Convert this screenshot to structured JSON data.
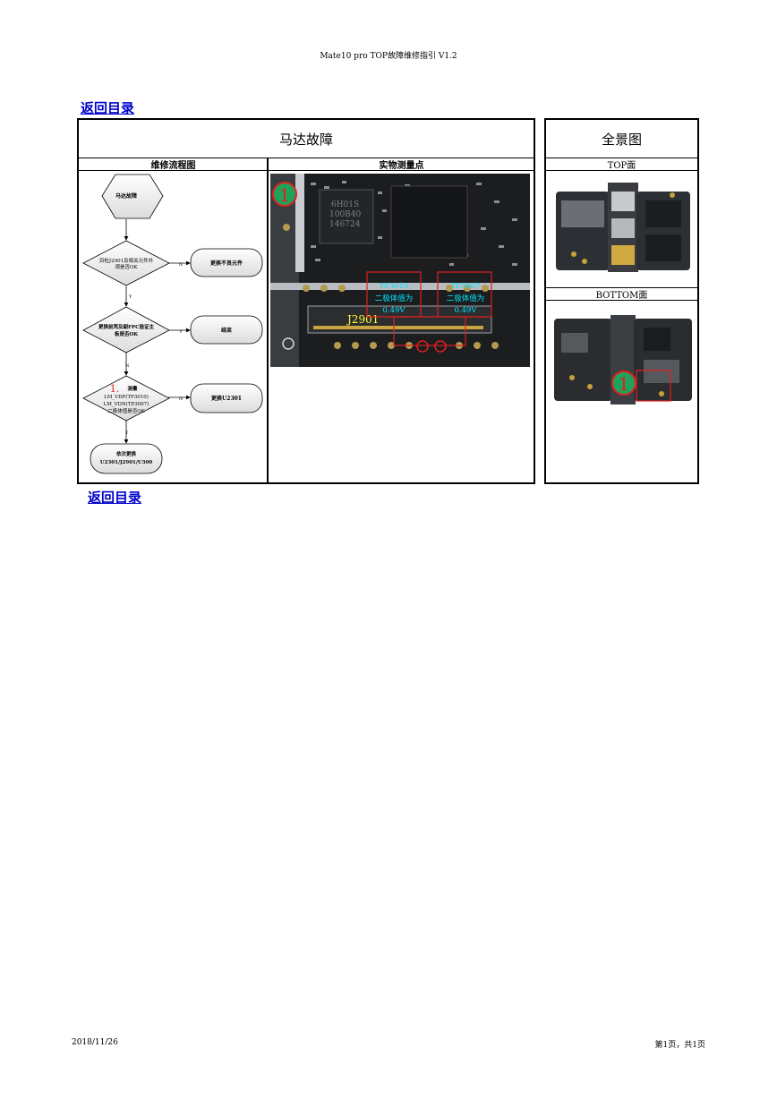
{
  "header": {
    "title": "Mate10 pro TOP故障维修指引 V1.2"
  },
  "nav": {
    "back_top": "返回目录",
    "back_bottom": "返回目录"
  },
  "section": {
    "title": "马达故障",
    "panorama_title": "全景图",
    "col_flow": "维修流程图",
    "col_points": "实物测量点",
    "col_top": "TOP面",
    "col_bottom": "BOTTOM面"
  },
  "flow": {
    "start": "马达故障",
    "q1": [
      "目检J2901及相关元件外",
      "观是否OK"
    ],
    "a1": "更换不良元件",
    "q2": [
      "更换前壳及副FPC验证主",
      "板是否OK"
    ],
    "a2": "结束",
    "q3_num": "1.",
    "q3_head": "测量",
    "q3": [
      "LM_VDP(TP3010)",
      "LM_VDN(TP3007)",
      "二极体值是否OK"
    ],
    "a3": "更换U2301",
    "end": [
      "依次更换",
      "U2301/J2901/U300"
    ],
    "labels": {
      "n": "N",
      "y": "Y"
    }
  },
  "photo": {
    "marker": "1",
    "chip_text": [
      "6H01S",
      "100B40",
      "146724"
    ],
    "connector": "J2901",
    "tp_left": [
      "TP3010",
      "二极体值为",
      "0.49V"
    ],
    "tp_right": [
      "TP3007",
      "二极体值为",
      "0.49V"
    ]
  },
  "bottom_marker": "1",
  "colors": {
    "link": "#0000cc",
    "highlight": "#e02020",
    "annot": "#00e5ff",
    "marker": "#1fa35a"
  },
  "footer": {
    "date": "2018/11/26",
    "page": "第1页，共1页"
  }
}
